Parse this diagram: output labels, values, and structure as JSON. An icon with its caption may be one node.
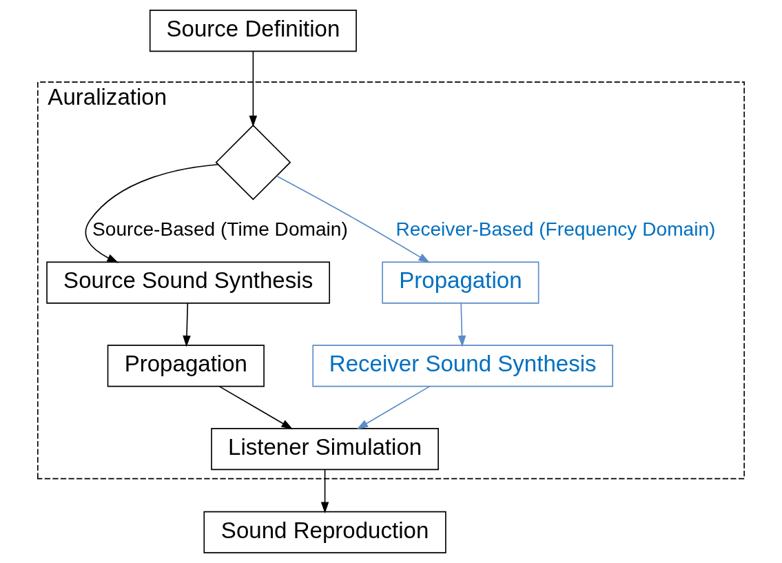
{
  "diagram": {
    "nodes": [
      {
        "text": [
          "Source Definition"
        ]
      },
      {
        "text": [
          "Auralization"
        ]
      },
      {
        "text": [],
        "shape": "diamond",
        "in": 1
      },
      {
        "text": [
          "Source Sound Synthesis"
        ],
        "in": 1
      },
      {
        "text": [
          "Propagation"
        ],
        "in": 1
      },
      {
        "text": [
          "Propagation"
        ],
        "in": 1
      },
      {
        "text": [
          "Receiver Sound Synthesis"
        ],
        "in": 1
      },
      {
        "text": [
          "Listener Simulation"
        ],
        "in": 1
      },
      {
        "text": [
          "Sound Reproduction"
        ]
      }
    ],
    "edges": [
      {
        "from": 0,
        "to": 2,
        "arrow": "to"
      },
      {
        "from": 2,
        "to": 3,
        "arrow": "to",
        "label": "Source-Based (Time Domain)"
      },
      {
        "from": 2,
        "to": 5,
        "arrow": "to",
        "label": "Receiver-Based (Frequency Domain)",
        "color": "#5b8bc8"
      },
      {
        "from": 3,
        "to": 4,
        "arrow": "to"
      },
      {
        "from": 4,
        "to": 7,
        "arrow": "to"
      },
      {
        "from": 5,
        "to": 6,
        "arrow": "to",
        "color": "#5b8bc8"
      },
      {
        "from": 6,
        "to": 7,
        "arrow": "to",
        "color": "#5b8bc8"
      },
      {
        "from": 7,
        "to": 8,
        "arrow": "to"
      }
    ]
  }
}
